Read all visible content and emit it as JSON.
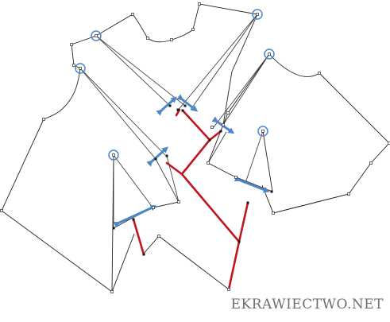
{
  "watermark": {
    "text": "EKRAWIECTWO.NET"
  },
  "colors": {
    "outline": "#222222",
    "guide": "#333333",
    "red": "#c0161d",
    "blue": "#4d87c8",
    "circle": "#4d87c8",
    "node_fill": "#ffffff",
    "node_stroke": "#444444"
  },
  "diagram": {
    "description": "pattern-drafting-diagram",
    "markers": {
      "square_node": "square-node",
      "filled_node": "filled-node",
      "pivot_circle": "pivot-circle",
      "double_arrow": "double-arrow-icon",
      "red_seam": "red-seam-line"
    }
  }
}
